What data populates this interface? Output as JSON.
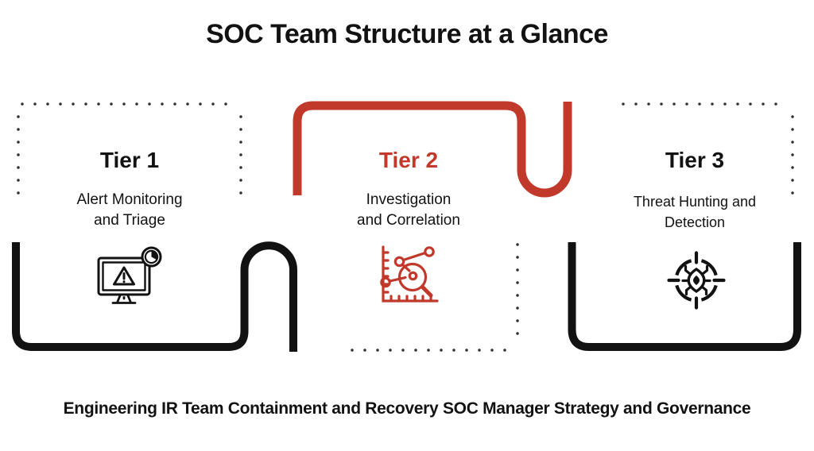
{
  "title": "SOC Team Structure at a Glance",
  "caption": "Engineering IR Team Containment and Recovery SOC Manager Strategy and Governance",
  "colors": {
    "ink": "#121212",
    "accent_red": "#c0392b",
    "dots": "#2f2f2f",
    "background": "#ffffff"
  },
  "tiers": [
    {
      "id": "tier-1",
      "label": "Tier 1",
      "role_line1": "Alert Monitoring",
      "role_line2": "and Triage",
      "icon": "monitor-alert-icon",
      "label_color": "#121212"
    },
    {
      "id": "tier-2",
      "label": "Tier 2",
      "role_line1": "Investigation",
      "role_line2": "and Correlation",
      "icon": "correlation-chart-magnifier-icon",
      "label_color": "#c0392b"
    },
    {
      "id": "tier-3",
      "label": "Tier 3",
      "role_line1": "Threat Hunting and",
      "role_line2": "Detection",
      "icon": "bug-crosshair-icon",
      "label_color": "#121212"
    }
  ]
}
